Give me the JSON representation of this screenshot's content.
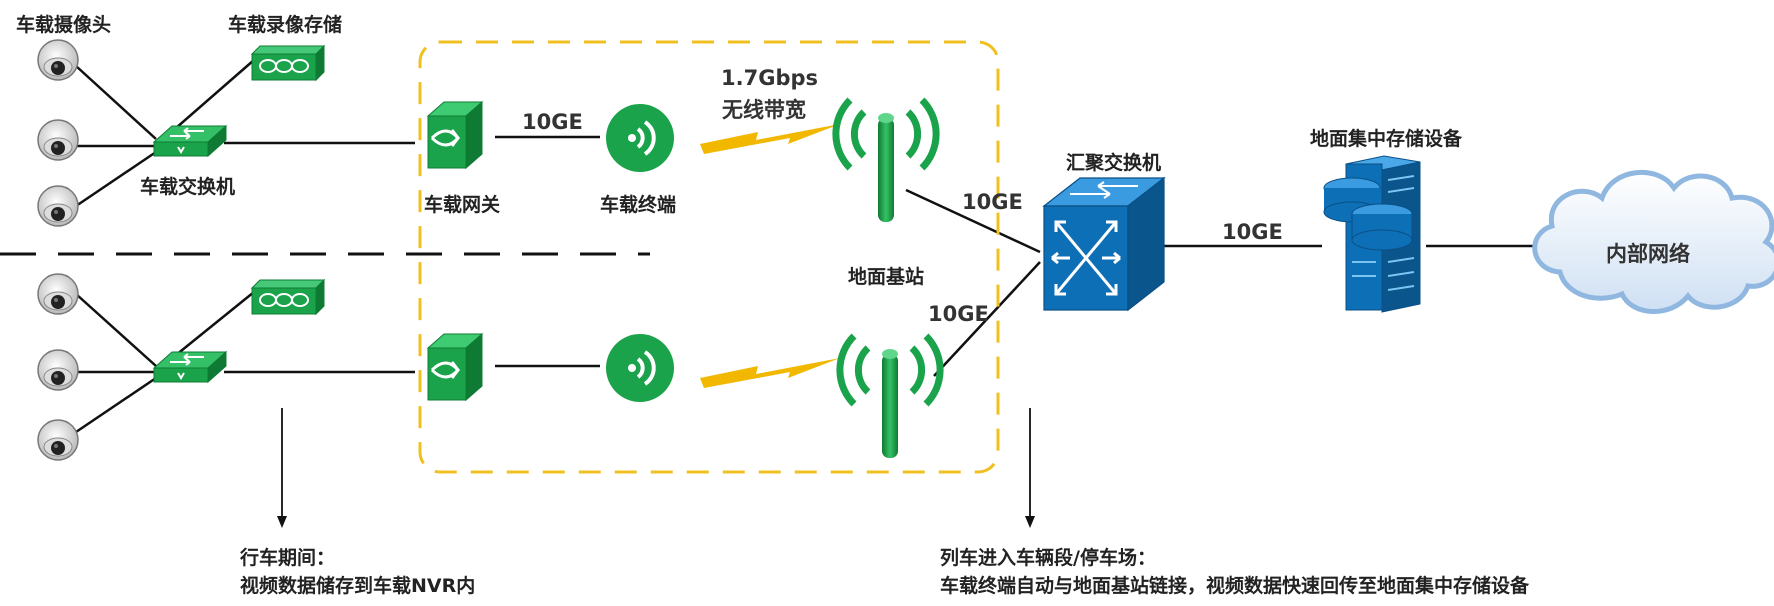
{
  "labels": {
    "camera": "车载摄像头",
    "recorder": "车载录像存储",
    "switch": "车载交换机",
    "gateway": "车载网关",
    "terminal": "车载终端",
    "link_gateway_terminal": "10GE",
    "wireless_rate": "1.7Gbps",
    "wireless_label": "无线带宽",
    "base_station": "地面基站",
    "link_bs_top": "10GE",
    "link_bs_bottom": "10GE",
    "agg_switch": "汇聚交换机",
    "link_agg_storage": "10GE",
    "storage": "地面集中存储设备",
    "cloud": "内部网络"
  },
  "notes": {
    "left_title": "行车期间：",
    "left_body": "视频数据储存到车载NVR内",
    "right_title": "列车进入车辆段/停车场：",
    "right_body": "车载终端自动与地面基站链接，视频数据快速回传至地面集中存储设备"
  },
  "colors": {
    "green": "#1aa34a",
    "blue": "#0d6fb5",
    "dashed_box": "#f0c020",
    "lightning": "#f2b800"
  }
}
